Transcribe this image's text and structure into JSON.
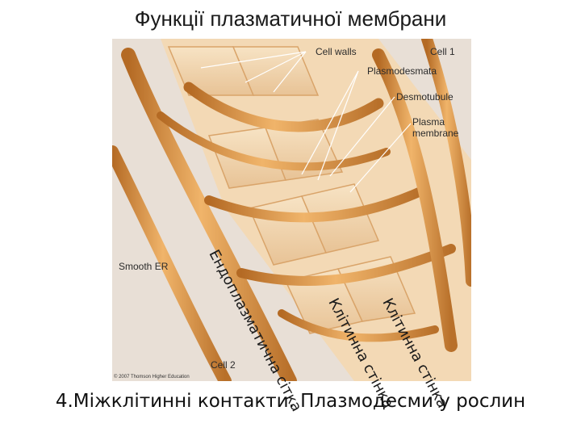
{
  "slide": {
    "title": "Функції плазматичної мембрани",
    "caption": "4.Міжклітинні контакти. Плазмодесми у рослин"
  },
  "figure": {
    "labels": {
      "cell_walls": "Cell walls",
      "cell1": "Cell 1",
      "plasmodesmata": "Plasmodesmata",
      "desmotubule": "Desmotubule",
      "plasma_membrane_line1": "Plasma",
      "plasma_membrane_line2": "membrane",
      "smooth_er": "Smooth ER",
      "cell2": "Cell 2",
      "copyright": "© 2007 Thomson Higher Education"
    },
    "annotations": {
      "endoplasmic": "Ендоплазматична сітка",
      "cell_wall_a": "Клітинна стінка",
      "cell_wall_b": "Клітинна стінка"
    },
    "colors": {
      "tube": "#d08a3c",
      "tube_light": "#f3c88f",
      "wall": "#f2d8b2",
      "background": "#e7dfd7"
    }
  }
}
